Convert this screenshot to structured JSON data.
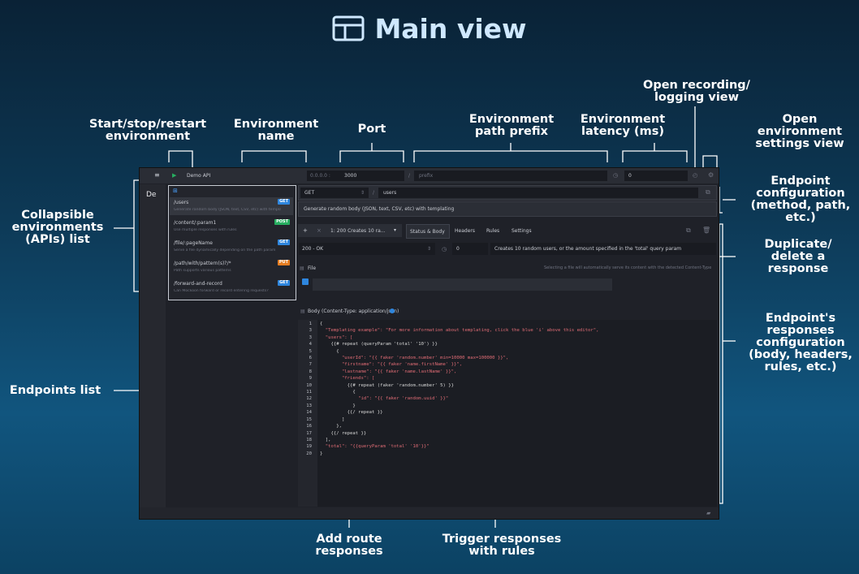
{
  "title": "Main view",
  "annotations": {
    "start_stop": "Start/stop/restart\nenvironment",
    "env_name": "Environment\nname",
    "port": "Port",
    "path_prefix": "Environment\npath prefix",
    "latency": "Environment\nlatency (ms)",
    "recording": "Open recording/\nlogging view",
    "env_settings": "Open\nenvironment\nsettings view",
    "envs_list": "Collapsible\nenvironments\n(APIs) list",
    "endpoint_config": "Endpoint\nconfiguration\n(method, path,\netc.)",
    "dup_delete": "Duplicate/\ndelete a\nresponse",
    "endpoints_list": "Endpoints list",
    "responses_config": "Endpoint's\nresponses\nconfiguration\n(body, headers,\nrules, etc.)",
    "add_route": "Add route\nresponses",
    "trigger_rules": "Trigger responses\nwith rules"
  },
  "app": {
    "env_name": "Demo API",
    "host": "0.0.0.0 :",
    "port": "3000",
    "prefix_sep": "/",
    "prefix_placeholder": "prefix",
    "latency": "0",
    "env_short": "De",
    "routes": [
      {
        "path": "/users",
        "desc": "Generate random body (JSON, text, CSV, etc) with templating",
        "method": "GET",
        "color": "#2e86de"
      },
      {
        "path": "/content/:param1",
        "desc": "Use multiple responses with rules",
        "method": "POST",
        "color": "#27ae60"
      },
      {
        "path": "/file/:pageName",
        "desc": "Serve a file dynamically depending on the path param",
        "method": "GET",
        "color": "#2e86de"
      },
      {
        "path": "/path/with/pattern(s)?/*",
        "desc": "Path supports various patterns",
        "method": "PUT",
        "color": "#e67e22"
      },
      {
        "path": "/forward-and-record",
        "desc": "Can Mockoon forward or record entering requests?",
        "method": "GET",
        "color": "#2e86de"
      }
    ],
    "method": "GET",
    "path_sep": "/",
    "path": "users",
    "route_desc": "Generate random body (JSON, text, CSV, etc) with templating",
    "response_label": "1: 200   Creates 10 ra...",
    "tabs": [
      "Status & Body",
      "Headers",
      "Rules",
      "Settings"
    ],
    "status": "200 - OK",
    "response_latency": "0",
    "response_desc": "Creates 10 random users, or the amount specified in the 'total' query param",
    "file_label": "File",
    "file_hint": "Selecting a file will automatically serve its content with the detected Content-Type",
    "body_label": "Body (Content-Type: application/json)",
    "line_numbers": [
      "1",
      "3",
      "3",
      "4",
      "5",
      "6",
      "7",
      "8",
      "9",
      "10",
      "11",
      "12",
      "13",
      "14",
      "15",
      "16",
      "17",
      "18",
      "19",
      "20"
    ],
    "code_lines": [
      "{",
      "  \"Templating example\": \"For more information about templating, click the blue 'i' above this editor\",",
      "  \"users\": [",
      "    {{# repeat (queryParam 'total' '10') }}",
      "      {",
      "        \"userId\": \"{{ faker 'random.number' min=10000 max=100000 }}\",",
      "        \"firstname\": \"{{ faker 'name.firstName' }}\",",
      "        \"lastname\": \"{{ faker 'name.lastName' }}\",",
      "        \"friends\": [",
      "          {{# repeat (faker 'random.number' 5) }}",
      "            {",
      "              \"id\": \"{{ faker 'random.uuid' }}\"",
      "            }",
      "          {{/ repeat }}",
      "        ]",
      "      },",
      "    {{/ repeat }}",
      "  ],",
      "  \"total\": \"{{queryParam 'total' '10'}}\"",
      "}"
    ]
  }
}
